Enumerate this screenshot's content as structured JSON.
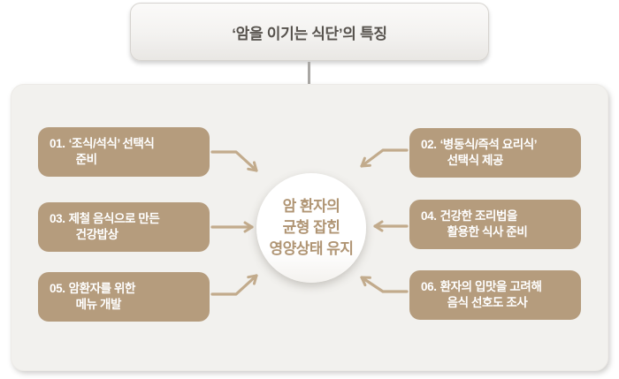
{
  "title": {
    "text": "‘암을 이기는 식단’의 특징"
  },
  "center": {
    "lines": [
      "암 환자의",
      "균형 잡힌",
      "영양상태 유지"
    ]
  },
  "items": [
    {
      "num": "01.",
      "line1": "‘조식/석식’ 선택식",
      "line2": "준비"
    },
    {
      "num": "02.",
      "line1": "‘병동식/즉석 요리식’",
      "line2": "선택식 제공"
    },
    {
      "num": "03.",
      "line1": "제철 음식으로 만든",
      "line2": "건강밥상"
    },
    {
      "num": "04.",
      "line1": "건강한 조리법을",
      "line2": "활용한 식사 준비"
    },
    {
      "num": "05.",
      "line1": "암환자를 위한",
      "line2": "메뉴 개발"
    },
    {
      "num": "06.",
      "line1": "환자의 입맛을 고려해",
      "line2": "음식 선호도 조사"
    }
  ],
  "colors": {
    "item_box_bg": "#b59c7d",
    "arrow": "#c2ab8c",
    "panel_bg": "#f2f1ee",
    "circle_text": "#b09574",
    "title_text": "#56524d",
    "item_text": "#ffffff"
  }
}
